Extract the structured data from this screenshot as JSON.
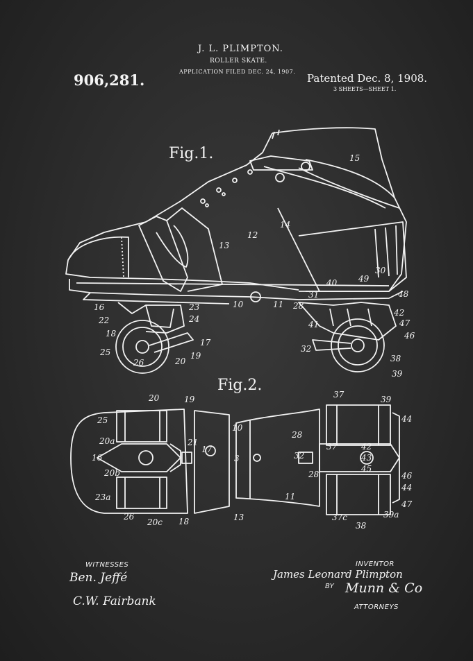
{
  "header": {
    "inventor_name": "J. L. PLIMPTON.",
    "title": "ROLLER SKATE.",
    "application": "APPLICATION FILED DEC. 24, 1907.",
    "patent_number": "906,281.",
    "patented": "Patented Dec. 8, 1908.",
    "sheets": "3 SHEETS—SHEET 1."
  },
  "figures": {
    "fig1": "Fig.1.",
    "fig2": "Fig.2."
  },
  "fig1_refs": [
    "15",
    "12",
    "14",
    "13",
    "10",
    "11",
    "28",
    "40",
    "49",
    "30",
    "31",
    "48",
    "16",
    "22",
    "23",
    "24",
    "18",
    "17",
    "25",
    "26",
    "20",
    "19",
    "41",
    "42",
    "47",
    "46",
    "32",
    "38",
    "39"
  ],
  "fig2_refs": [
    "20",
    "19",
    "25",
    "20a",
    "16",
    "20b",
    "21",
    "17",
    "10",
    "3",
    "23a",
    "26",
    "20c",
    "18",
    "13",
    "37",
    "39",
    "44",
    "28",
    "37",
    "32",
    "42",
    "43",
    "45",
    "46",
    "44",
    "47",
    "28",
    "11",
    "37c",
    "38",
    "39a"
  ],
  "footer": {
    "witnesses_label": "WITNESSES",
    "witness_1": "Ben. Jeffé",
    "witness_2": "C.W. Fairbank",
    "inventor_label": "INVENTOR",
    "inventor_signature": "James Leonard Plimpton",
    "by_label": "BY",
    "attorney_signature": "Munn & Co",
    "attorneys_label": "ATTORNEYS"
  },
  "colors": {
    "background": "#2a2a2a",
    "chalk": "#f2f2f2"
  }
}
